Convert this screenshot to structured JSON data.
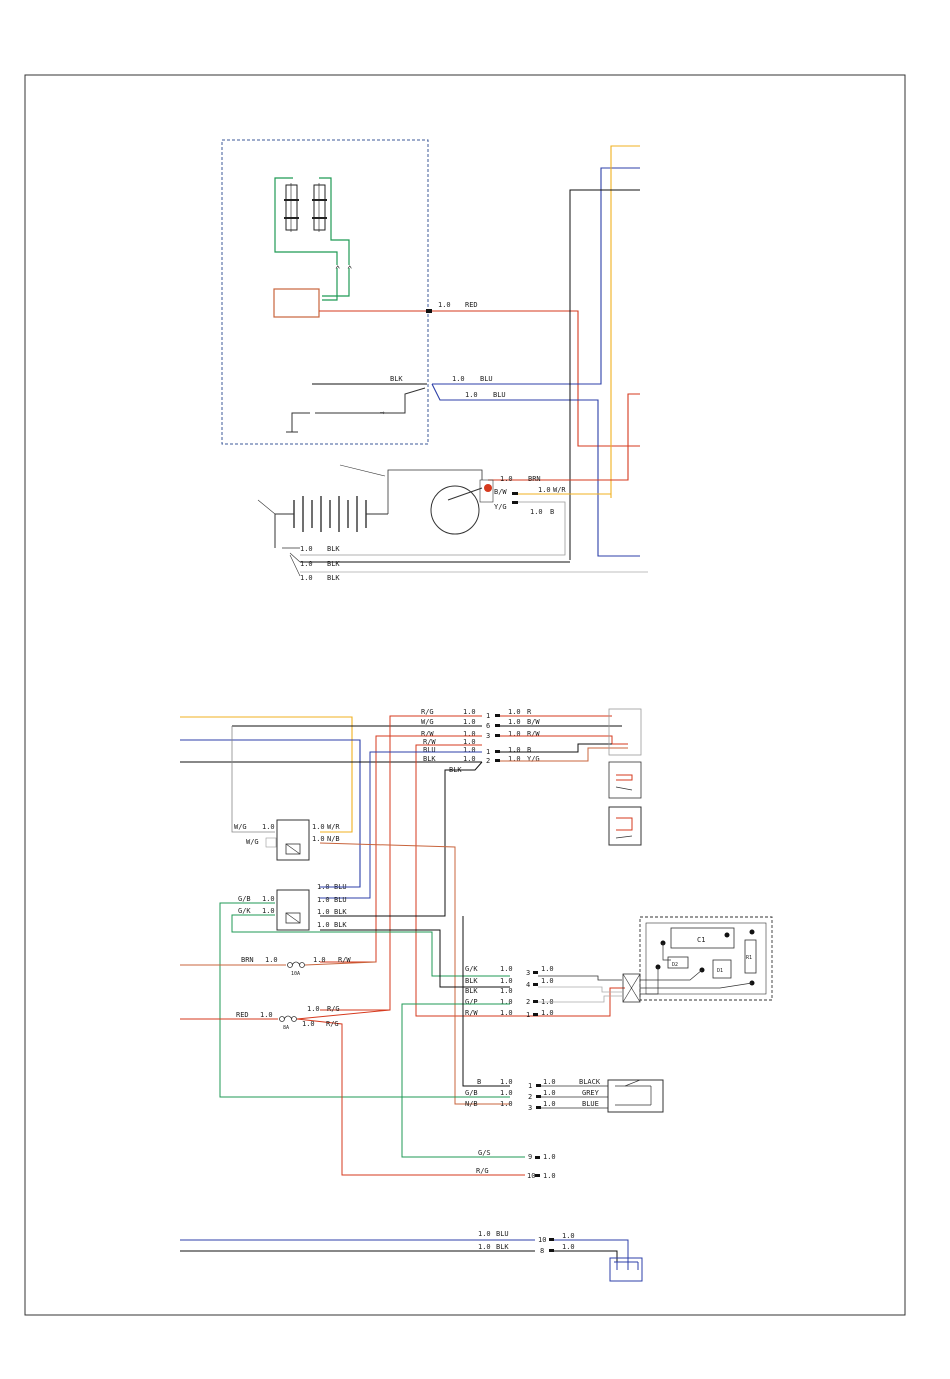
{
  "colors": {
    "red": "#d63a1e",
    "blue": "#2c3fa8",
    "black": "#111111",
    "yellow": "#f0b020",
    "green": "#1f9a55",
    "orange": "#c8643c",
    "frame": "#333333",
    "dashed_box": "#3c5a9a"
  },
  "upper": {
    "gauge": "1.0",
    "red_wire": "RED",
    "blk_in": "BLK",
    "blu_1": "BLU",
    "blu_2": "BLU",
    "brn": "BRN",
    "bw": "B/W",
    "wr": "W/R",
    "yg": "Y/G",
    "b": "B",
    "ground_blk_1": "BLK",
    "ground_blk_2": "BLK",
    "ground_blk_3": "BLK"
  },
  "connector_top": {
    "left_labels": [
      "R/G",
      "W/G",
      "R/W",
      "BLU",
      "BLK"
    ],
    "pins": [
      "1",
      "6",
      "3",
      "1",
      "2"
    ],
    "right_labels": [
      "R",
      "B/W",
      "R/W",
      "B",
      "Y/G"
    ],
    "extra": [
      "R/W",
      "BLK"
    ]
  },
  "relay1": {
    "left_1": "W/G",
    "left_2": "W/G",
    "right_1": "W/R",
    "right_2": "N/B"
  },
  "relay2": {
    "left_1": "G/B",
    "left_2": "G/K",
    "right_1": "BLU",
    "right_2": "BLU",
    "right_3": "BLK",
    "right_4": "BLK"
  },
  "fuse1": {
    "left": "BRN",
    "right": "R/W",
    "rating": "10A"
  },
  "fuse2": {
    "left": "RED",
    "right_1": "R/G",
    "right_2": "R/G",
    "rating": "8A"
  },
  "regulator": {
    "left_labels": [
      "G/K",
      "BLK",
      "BLK",
      "G/P",
      "R/W"
    ],
    "pins": [
      "3",
      "4",
      "",
      "2",
      "1"
    ],
    "components": [
      "C1",
      "R1",
      "D1",
      "D2"
    ]
  },
  "switch3": {
    "left_labels": [
      "B",
      "G/B",
      "N/B"
    ],
    "pins": [
      "1",
      "2",
      "3"
    ],
    "right_labels": [
      "BLACK",
      "GREY",
      "BLUE"
    ]
  },
  "lower": {
    "gs": "G/S",
    "gs_pin": "9",
    "rg": "R/G",
    "rg_pin": "10",
    "blu": "BLU",
    "blk": "BLK",
    "blu_pin": "10",
    "blk_pin": "8"
  }
}
